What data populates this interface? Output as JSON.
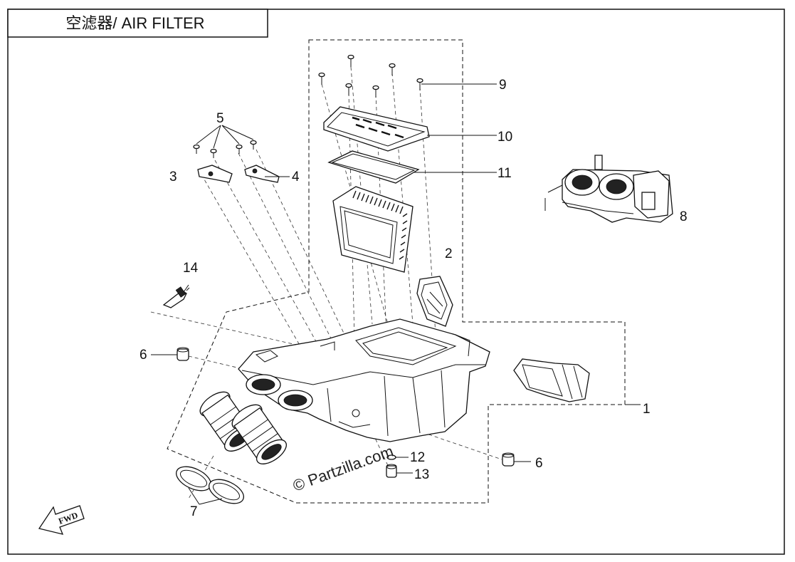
{
  "header": {
    "title": "空滤器/ AIR FILTER"
  },
  "watermark": {
    "text": "© Partzilla.com"
  },
  "fwd_arrow": {
    "label": "FWD"
  },
  "callouts": [
    {
      "id": "c1",
      "label": "1"
    },
    {
      "id": "c2",
      "label": "2"
    },
    {
      "id": "c3",
      "label": "3"
    },
    {
      "id": "c4",
      "label": "4"
    },
    {
      "id": "c5",
      "label": "5"
    },
    {
      "id": "c6a",
      "label": "6"
    },
    {
      "id": "c6b",
      "label": "6"
    },
    {
      "id": "c7",
      "label": "7"
    },
    {
      "id": "c8",
      "label": "8"
    },
    {
      "id": "c9",
      "label": "9"
    },
    {
      "id": "c10",
      "label": "10"
    },
    {
      "id": "c11",
      "label": "11"
    },
    {
      "id": "c12",
      "label": "12"
    },
    {
      "id": "c13",
      "label": "13"
    },
    {
      "id": "c14",
      "label": "14"
    }
  ]
}
